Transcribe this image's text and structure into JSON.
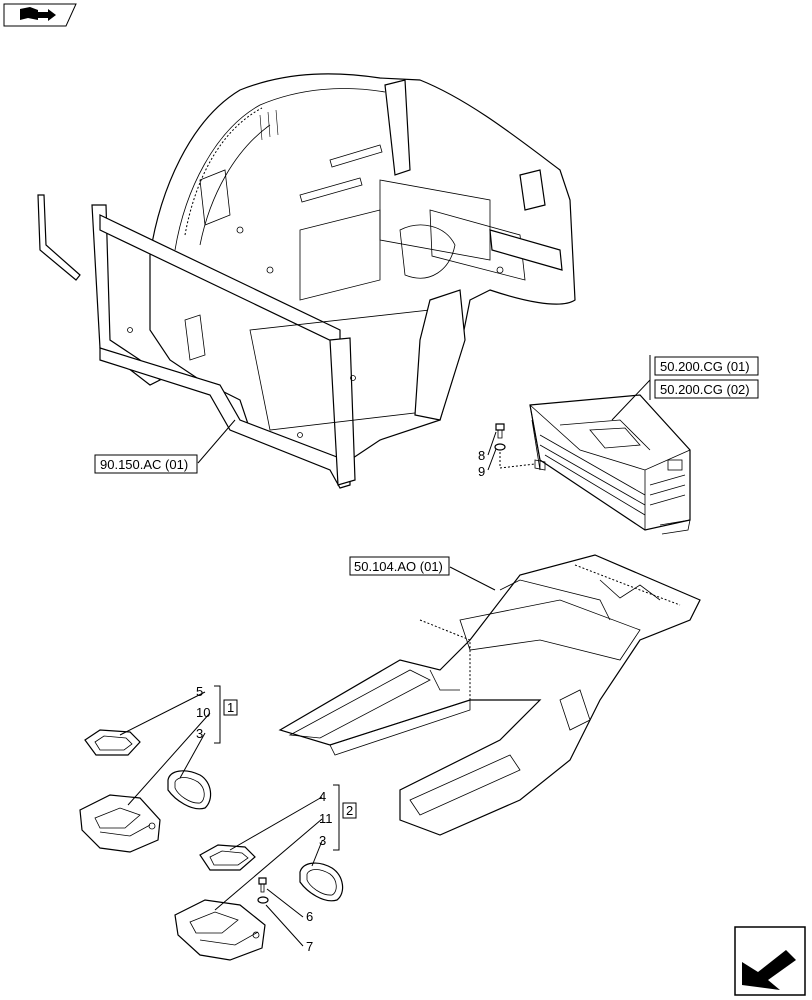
{
  "icons": {
    "top_left": "book-with-arrow-icon",
    "bottom_right": "next-page-arrow-icon"
  },
  "reference_boxes": {
    "cab_frame": "90.150.AC (01)",
    "battery_a": "50.200.CG (01)",
    "battery_b": "50.200.CG (02)",
    "floor_duct": "50.104.AO (01)"
  },
  "callouts": {
    "bolt": "8",
    "washer": "9",
    "gasket_group1": "5",
    "vent_group1": "10",
    "seal_group1": "3",
    "gasket_group2": "4",
    "vent_group2": "11",
    "seal_group2": "3",
    "screw": "6",
    "washer_small": "7"
  },
  "groups": {
    "group1": "1",
    "group2": "2"
  }
}
